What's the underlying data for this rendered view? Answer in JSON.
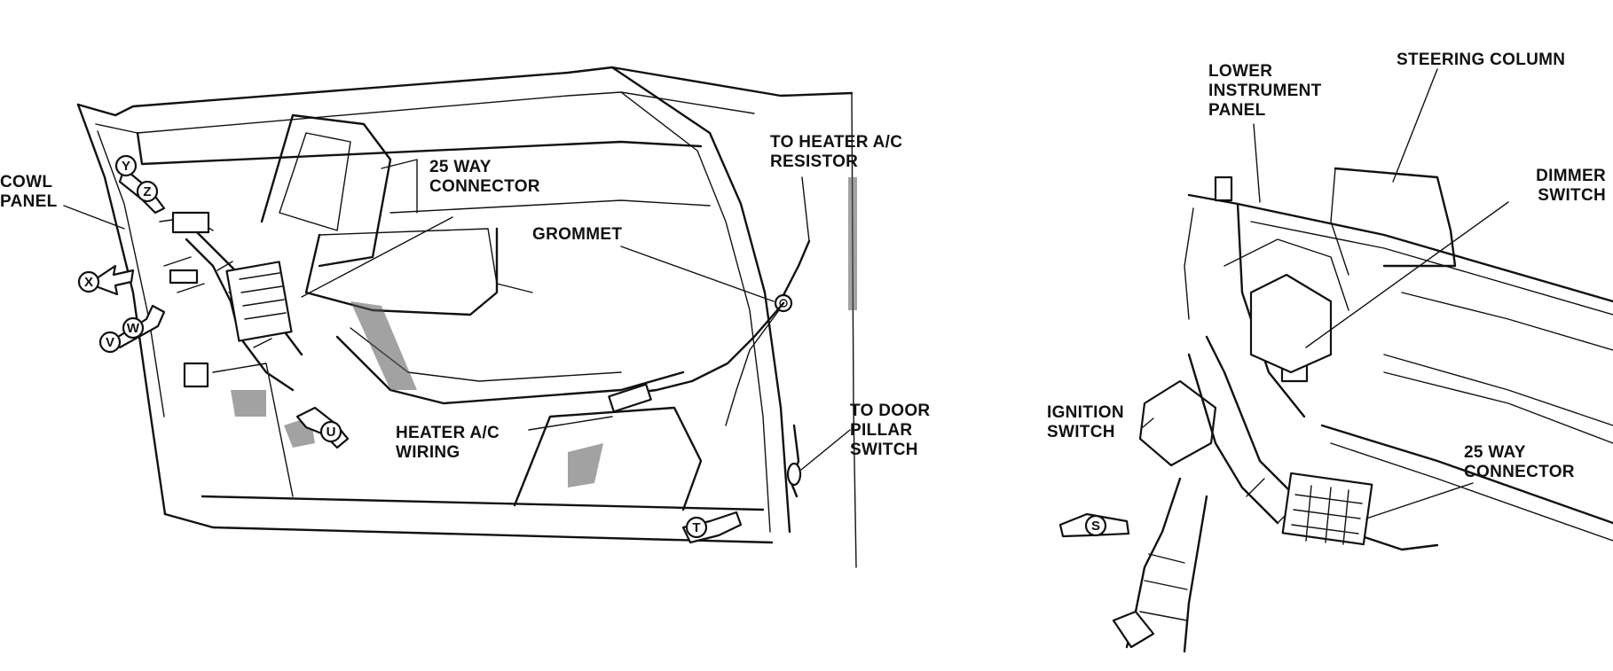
{
  "labels": {
    "cowl_panel_1": "COWL",
    "cowl_panel_2": "PANEL",
    "connector_left_1": "25 WAY",
    "connector_left_2": "CONNECTOR",
    "grommet": "GROMMET",
    "heater_resistor_1": "TO HEATER A/C",
    "heater_resistor_2": "RESISTOR",
    "heater_wiring_1": "HEATER A/C",
    "heater_wiring_2": "WIRING",
    "door_pillar_1": "TO DOOR",
    "door_pillar_2": "PILLAR",
    "door_pillar_3": "SWITCH",
    "lower_panel_1": "LOWER",
    "lower_panel_2": "INSTRUMENT",
    "lower_panel_3": "PANEL",
    "steering_column": "STEERING COLUMN",
    "dimmer_switch_1": "DIMMER",
    "dimmer_switch_2": "SWITCH",
    "ignition_switch_1": "IGNITION",
    "ignition_switch_2": "SWITCH",
    "connector_right_1": "25 WAY",
    "connector_right_2": "CONNECTOR"
  },
  "callouts": {
    "x": "X",
    "y": "Y",
    "z": "Z",
    "v": "V",
    "w": "W",
    "u": "U",
    "t": "T",
    "s": "S"
  }
}
